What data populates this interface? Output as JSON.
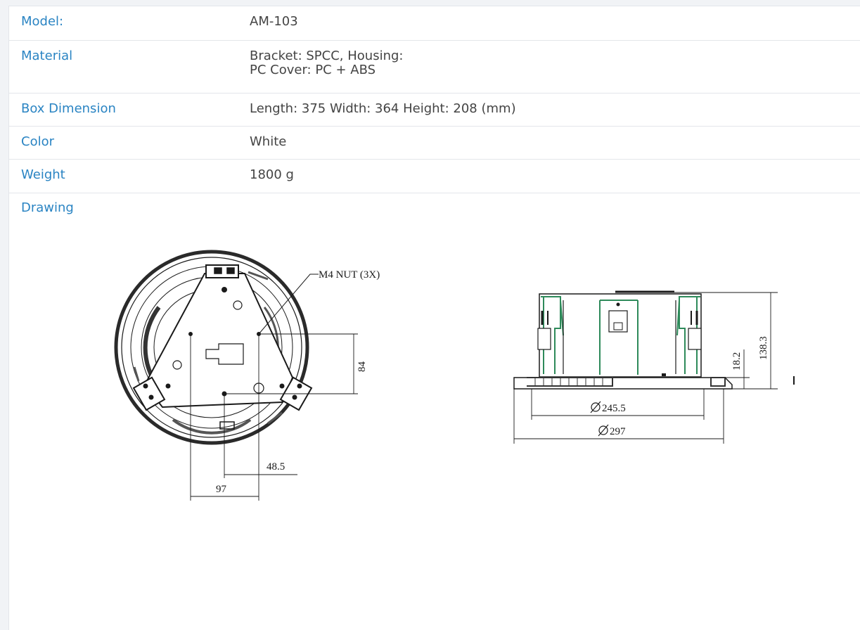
{
  "specs": {
    "model_label": "Model:",
    "model_value": "AM-103",
    "material_label": "Material",
    "material_line1": "Bracket: SPCC, Housing:",
    "material_line2": "PC Cover: PC + ABS",
    "box_label": "Box Dimension",
    "box_value": "Length: 375 Width: 364 Height: 208 (mm)",
    "color_label": "Color",
    "color_value": "White",
    "weight_label": "Weight",
    "weight_value": "1800 g",
    "drawing_label": "Drawing"
  },
  "drawing": {
    "nut_label": "M4 NUT (3X)",
    "dim_84": "84",
    "dim_48_5": "48.5",
    "dim_97": "97",
    "dim_245_5": "245.5",
    "dim_297": "297",
    "dim_18_2": "18.2",
    "dim_138_3": "138.3"
  },
  "colors": {
    "label": "#2a84c3",
    "value": "#444444",
    "border": "#e3e6ea",
    "bracket_green": "#2e8a5a"
  }
}
